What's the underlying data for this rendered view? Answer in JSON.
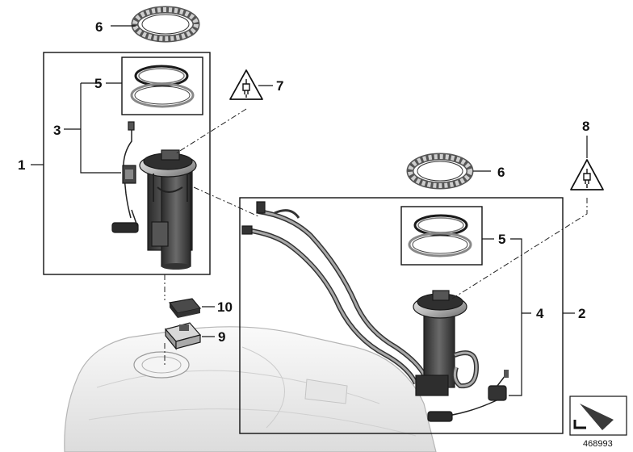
{
  "callouts": {
    "n1": "1",
    "n2": "2",
    "n3": "3",
    "n4": "4",
    "n5_left": "5",
    "n5_right": "5",
    "n6_top": "6",
    "n6_right": "6",
    "n7": "7",
    "n8": "8",
    "n9": "9",
    "n10": "10"
  },
  "document_number": "468993",
  "icons": {
    "warning_left": "electrical-warning-icon",
    "warning_right": "electrical-warning-icon",
    "view_arrow": "view-direction-icon"
  },
  "colors": {
    "line": "#111111",
    "part_fill": "#cfcfcf",
    "part_dark": "#3a3a3a",
    "tank_fill": "#eeeeee"
  }
}
